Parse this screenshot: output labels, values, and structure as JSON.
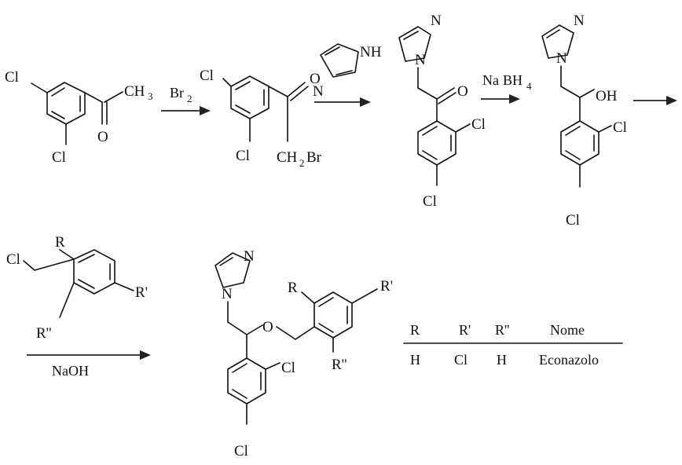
{
  "labels": {
    "cl": "Cl",
    "br": "Br",
    "n": "N",
    "nh": "NH",
    "o": "O",
    "oh": "OH",
    "ch": "CH",
    "three": "3",
    "two": "2",
    "four": "4",
    "r": "R",
    "r1": "R'",
    "r2": "R''",
    "na": "Na",
    "bh": "BH",
    "naoh": "NaOH"
  },
  "table": {
    "headers": [
      "R",
      "R'",
      "R''",
      "Nome"
    ],
    "rows": [
      [
        "H",
        "Cl",
        "H",
        "Econazolo"
      ]
    ]
  }
}
